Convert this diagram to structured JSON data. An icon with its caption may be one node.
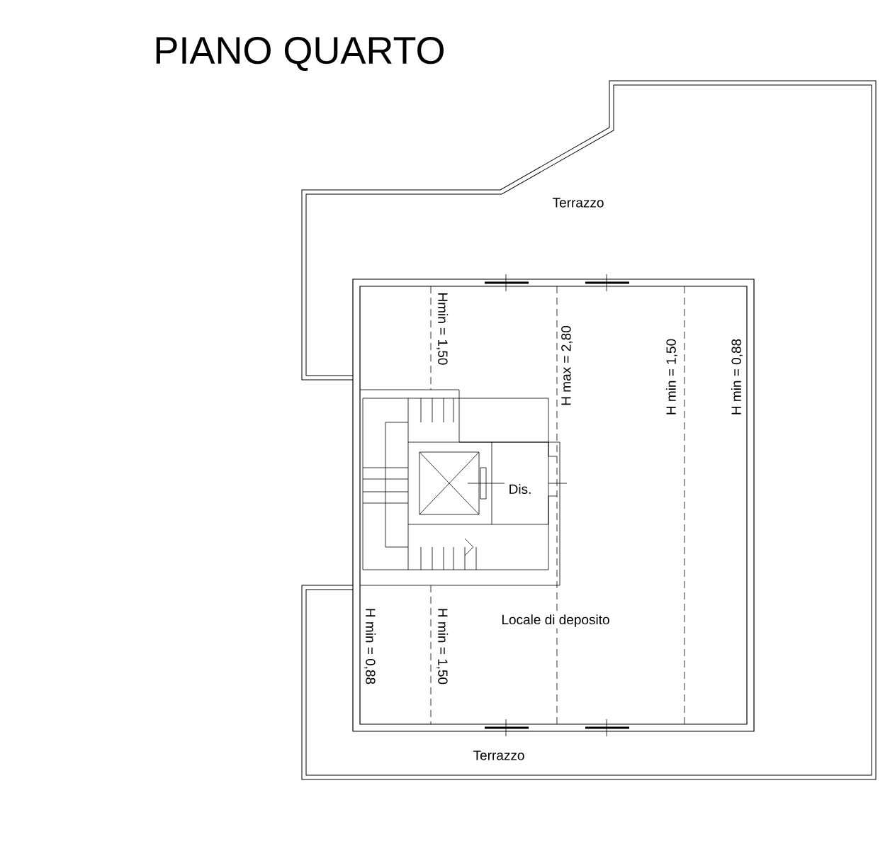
{
  "diagram": {
    "title": "PIANO QUARTO",
    "labels": [
      "Terrazzo",
      "Hmin = 1,50",
      "H max = 2,80",
      "H min = 1,50",
      "H min = 0,88",
      "Dis.",
      "Locale di deposito",
      "H min = 0,88",
      "H min = 1,50",
      "Terrazzo"
    ]
  }
}
